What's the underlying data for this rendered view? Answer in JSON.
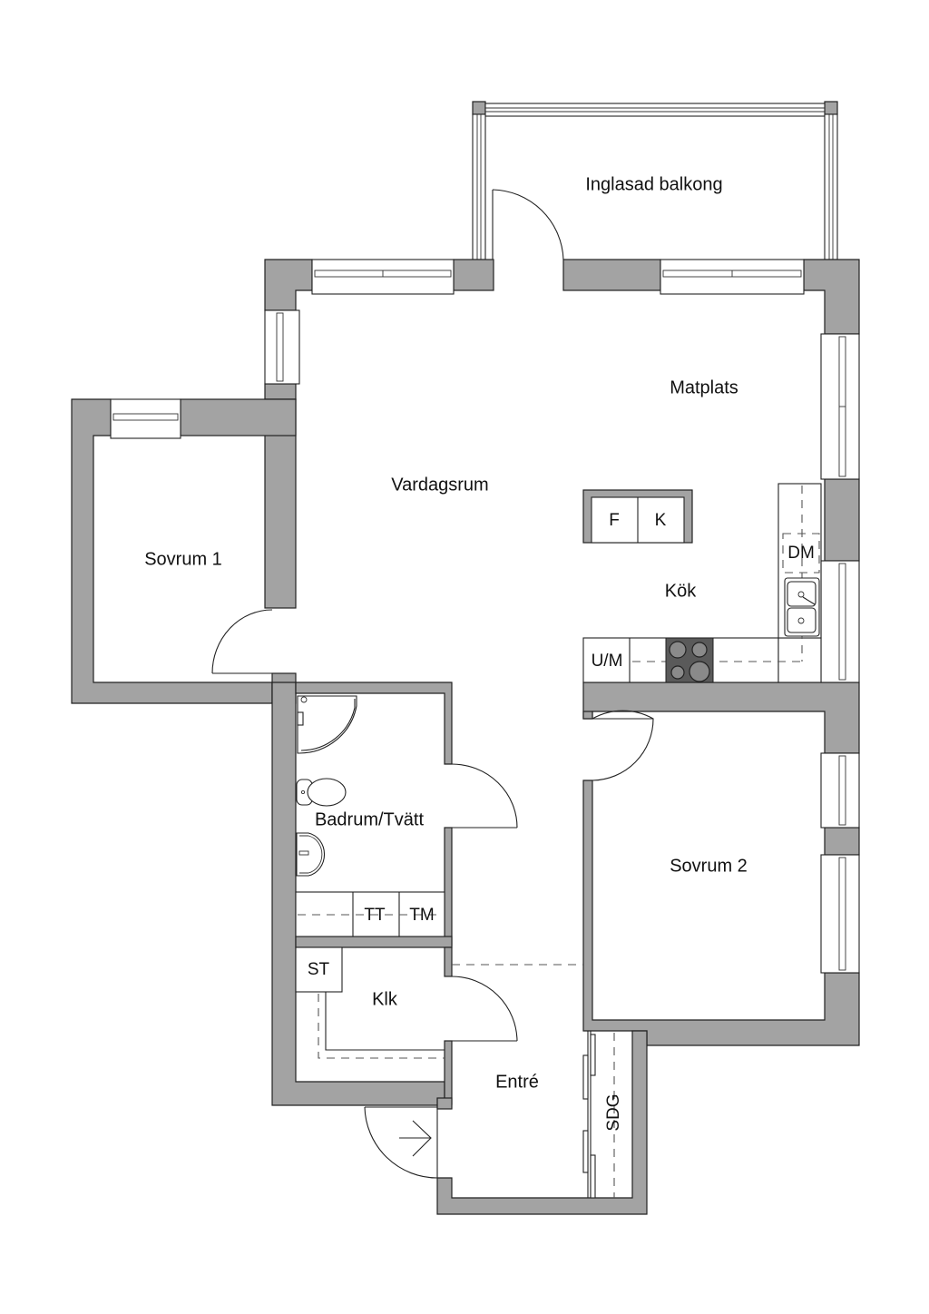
{
  "plan": {
    "rooms": {
      "balcony": "Inglasad balkong",
      "dining": "Matplats",
      "living": "Vardagsrum",
      "bedroom1": "Sovrum 1",
      "kitchen": "Kök",
      "bathroom": "Badrum/Tvätt",
      "bedroom2": "Sovrum 2",
      "closet": "Klk",
      "entrance": "Entré"
    },
    "fixtures": {
      "fridge": "F",
      "freezer": "K",
      "dishwasher": "DM",
      "oven_micro": "U/M",
      "dryer": "TT",
      "washer": "TM",
      "storage": "ST",
      "wardrobe": "SDG"
    },
    "colors": {
      "wall": "#a3a3a3",
      "background": "#ffffff",
      "stove": "#5a5a5a"
    }
  }
}
